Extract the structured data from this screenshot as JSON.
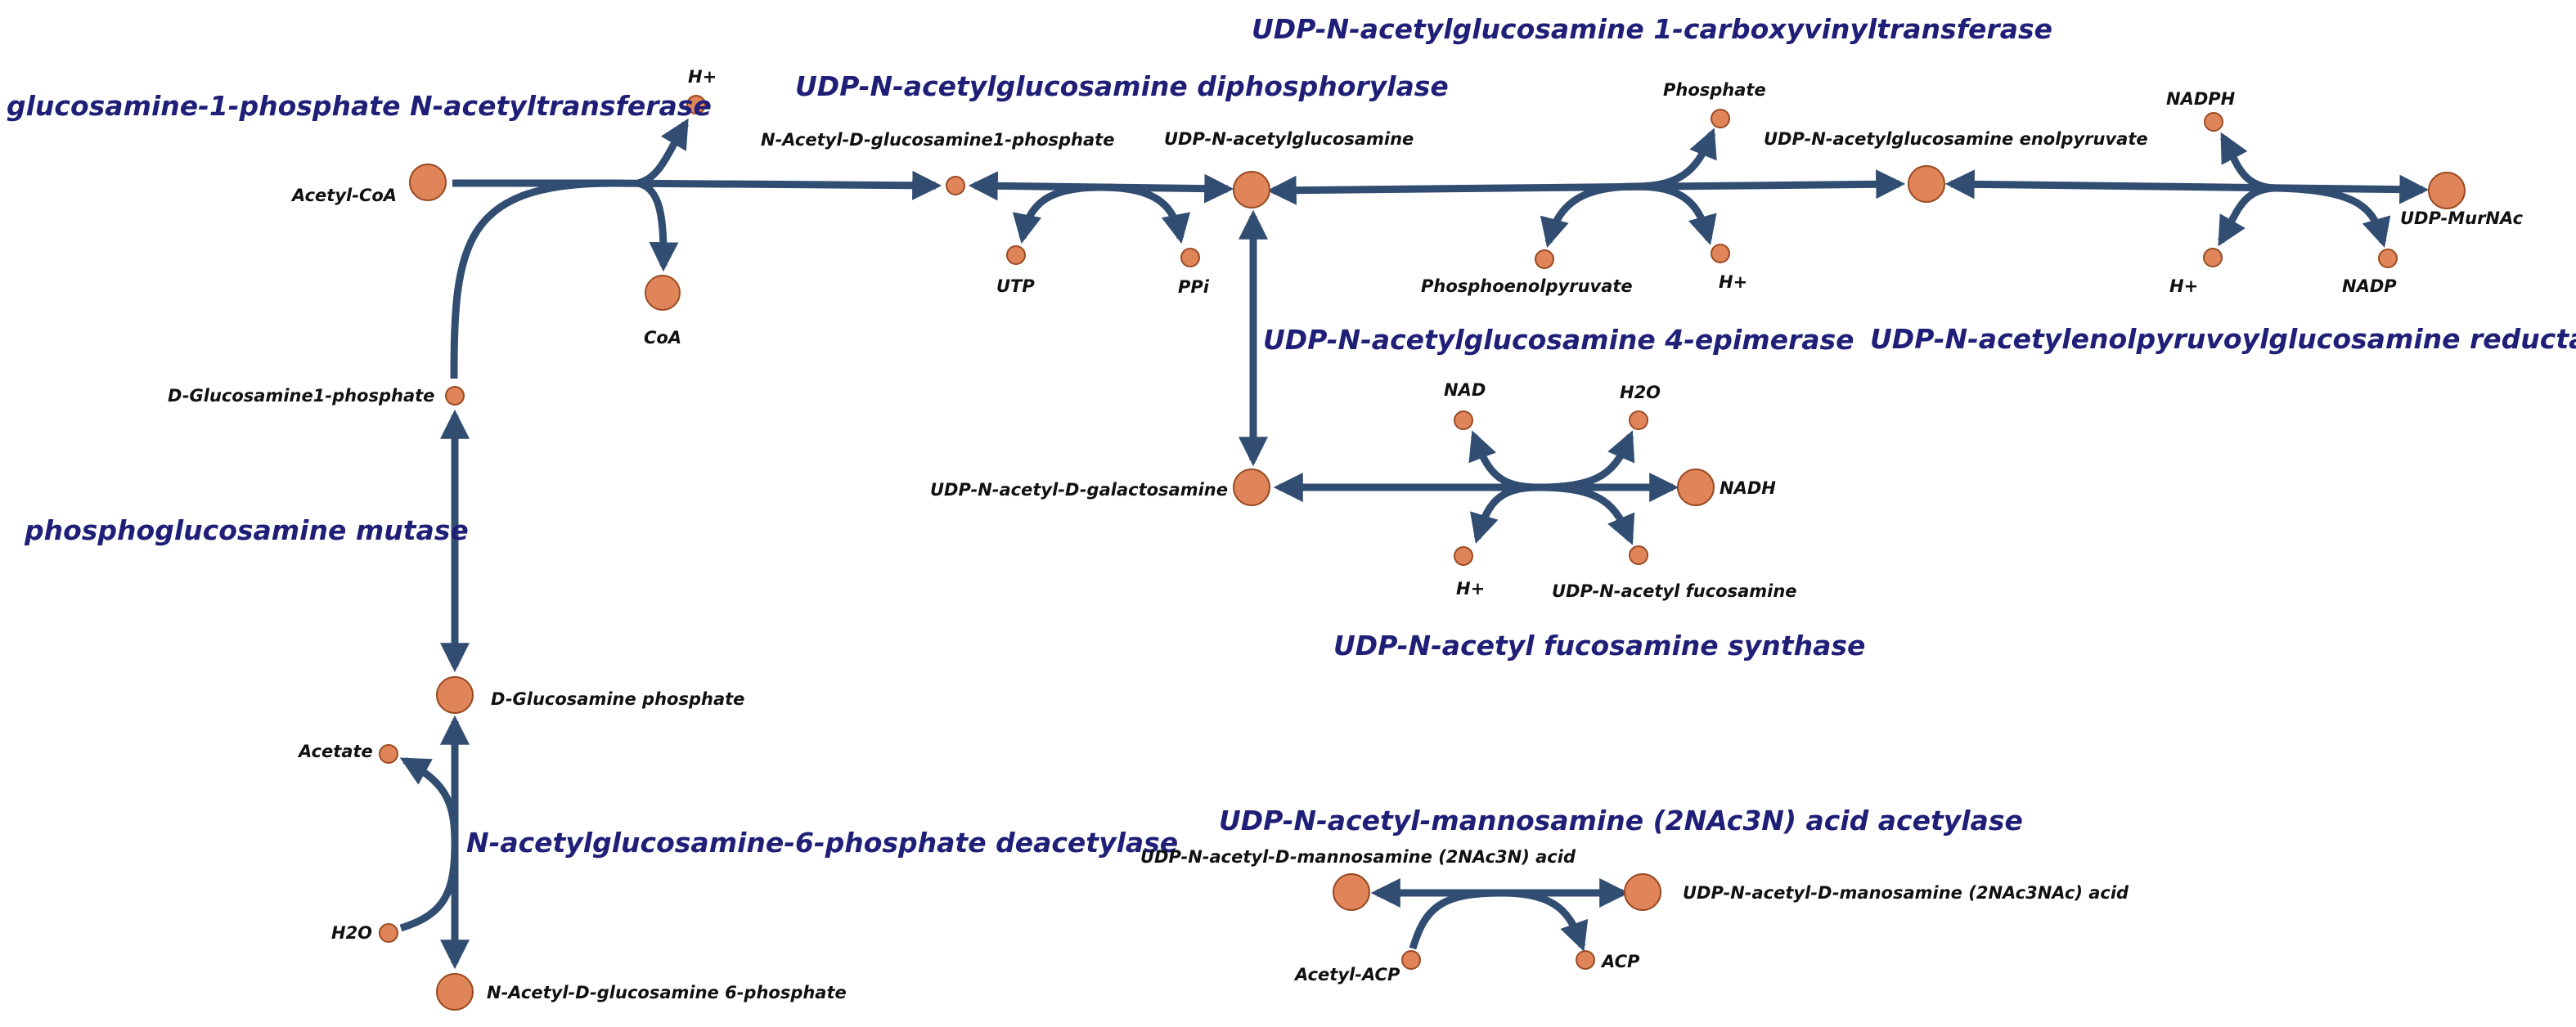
{
  "enzymes": {
    "gnat": "glucosamine-1-phosphate N-acetyltransferase",
    "diphosphorylase": "UDP-N-acetylglucosamine diphosphorylase",
    "carboxyvinyl": "UDP-N-acetylglucosamine 1-carboxyvinyltransferase",
    "reductase": "UDP-N-acetylenolpyruvoylglucosamine reductase",
    "epimerase": "UDP-N-acetylglucosamine 4-epimerase",
    "mutase": "phosphoglucosamine mutase",
    "fucosamine": "UDP-N-acetyl fucosamine synthase",
    "mannosamine": "UDP-N-acetyl-mannosamine (2NAc3N) acid acetylase",
    "deacetylase": "N-acetylglucosamine-6-phosphate deacetylase"
  },
  "metabolites": {
    "acetyl_coa": "Acetyl-CoA",
    "h_plus_1": "H+",
    "coa": "CoA",
    "d_glucosamine_1p": "D-Glucosamine1-phosphate",
    "nacetyl_d_glucosamine_1p": "N-Acetyl-D-glucosamine1-phosphate",
    "utp": "UTP",
    "ppi": "PPi",
    "udp_glcnac": "UDP-N-acetylglucosamine",
    "phosphate": "Phosphate",
    "phosphoenolpyruvate": "Phosphoenolpyruvate",
    "h_plus_2": "H+",
    "udp_glcnac_enolpyruvate": "UDP-N-acetylglucosamine enolpyruvate",
    "nadph": "NADPH",
    "h_plus_3": "H+",
    "nadp": "NADP",
    "udp_murnac": "UDP-MurNAc",
    "udp_galnac": "UDP-N-acetyl-D-galactosamine",
    "nad": "NAD",
    "h2o_1": "H2O",
    "nadh": "NADH",
    "h_plus_4": "H+",
    "udp_fucosamine": "UDP-N-acetyl fucosamine",
    "d_glucosamine_phosphate": "D-Glucosamine phosphate",
    "acetate": "Acetate",
    "h2o_2": "H2O",
    "nacetyl_glucosamine_6p": "N-Acetyl-D-glucosamine 6-phosphate",
    "udp_mannosamine_2nac3n": "UDP-N-acetyl-D-mannosamine (2NAc3N) acid",
    "udp_manosamine_2nac3nac": "UDP-N-acetyl-D-manosamine (2NAc3NAc) acid",
    "acetyl_acp": "Acetyl-ACP",
    "acp": "ACP"
  },
  "colors": {
    "edge": "#324d72",
    "node_fill": "#e0855a",
    "node_stroke": "#9a4a22",
    "enzyme_label": "#1f1f78",
    "metabolite_label": "#111111"
  }
}
